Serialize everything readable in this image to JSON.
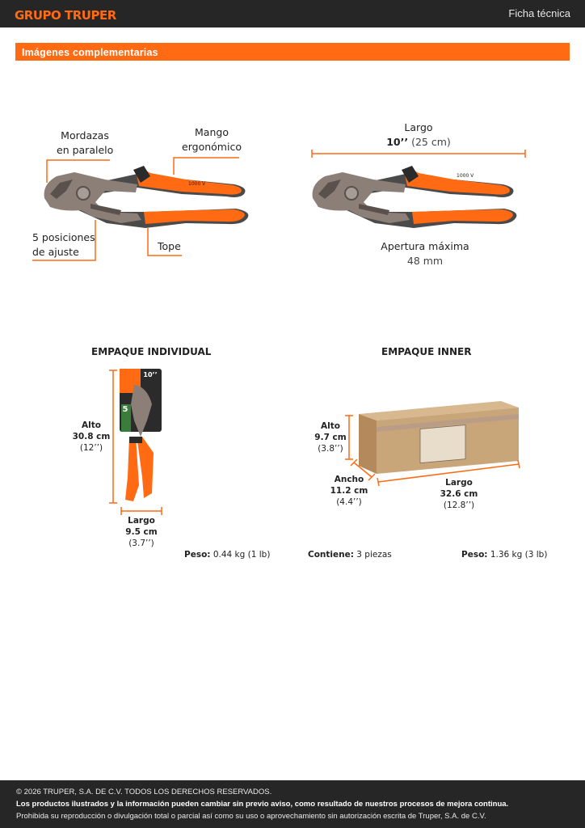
{
  "header": {
    "brand": "GRUPO TRUPER",
    "doc_type": "Ficha técnica"
  },
  "section": {
    "title": "Imágenes complementarias"
  },
  "features": {
    "jaws_line1": "Mordazas",
    "jaws_line2": "en paralelo",
    "handle_line1": "Mango",
    "handle_line2": "ergonómico",
    "positions_line1": "5 posiciones",
    "positions_line2": "de ajuste",
    "stop": "Tope",
    "tool_marking": "1000 V"
  },
  "dimensions": {
    "length_label": "Largo",
    "length_in": "10’’",
    "length_cm": "(25 cm)",
    "opening_label": "Apertura máxima",
    "opening_value": "48 mm"
  },
  "package_individual": {
    "title": "EMPAQUE INDIVIDUAL",
    "height_label": "Alto",
    "height_cm": "30.8 cm",
    "height_in": "(12’’)",
    "length_label": "Largo",
    "length_cm": "9.5 cm",
    "length_in": "(3.7’’)",
    "weight_label": "Peso:",
    "weight_value": "0.44 kg (1 lb)",
    "card_number": "5",
    "card_size": "10’’"
  },
  "package_inner": {
    "title": "EMPAQUE INNER",
    "height_label": "Alto",
    "height_cm": "9.7 cm",
    "height_in": "(3.8’’)",
    "width_label": "Ancho",
    "width_cm": "11.2 cm",
    "width_in": "(4.4’’)",
    "length_label": "Largo",
    "length_cm": "32.6 cm",
    "length_in": "(12.8’’)",
    "contains_label": "Contiene:",
    "contains_value": "3 piezas",
    "weight_label": "Peso:",
    "weight_value": "1.36 kg (3 lb)"
  },
  "footer": {
    "copyright": "© 2026 TRUPER, S.A. DE C.V. TODOS LOS DERECHOS RESERVADOS.",
    "notice": "Los productos ilustrados y la información pueden cambiar sin previo aviso, como resultado de nuestros procesos de mejora continua.",
    "prohibition": "Prohibida su reproducción o divulgación total o parcial así como su uso o aprovechamiento sin autorización escrita de Truper, S.A. de C.V."
  },
  "colors": {
    "accent": "#ff6a13",
    "dark": "#262626",
    "cardboard": "#c9a57a",
    "steel": "#8c7f78"
  }
}
